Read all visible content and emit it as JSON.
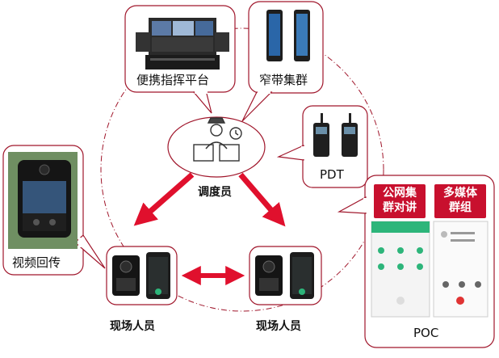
{
  "nodes": {
    "portable_platform": "便携指挥平台",
    "narrowband_cluster": "窄带集群",
    "pdt": "PDT",
    "dispatcher": "调度员",
    "video_backhaul": "视频回传",
    "field_left": "现场人员",
    "field_right": "现场人员",
    "poc": "POC"
  },
  "poc_panel": {
    "chip_left_line1": "公网集",
    "chip_left_line2": "群对讲",
    "chip_right_line1": "多媒体",
    "chip_right_line2": "群组"
  },
  "colors": {
    "accent": "#c8102e",
    "outline": "#a0162b",
    "phone_green": "#2db57a",
    "dark": "#222222"
  }
}
